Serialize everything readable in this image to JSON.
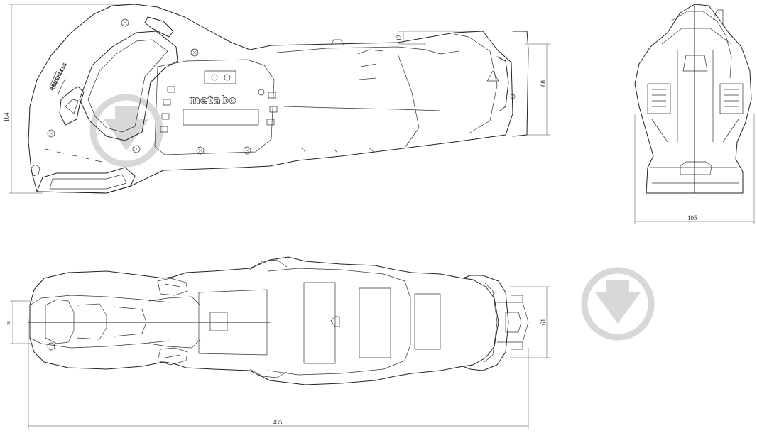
{
  "dimensions": {
    "overall_length": "435",
    "height": "164",
    "front_height": "68",
    "offset": "12",
    "width": "105",
    "top_front_width": "61",
    "top_handle_width": "36"
  },
  "branding": {
    "logo_text": "metabo",
    "model_text": "BRUSHLESS"
  },
  "views": [
    "side-view",
    "front-view",
    "top-view"
  ],
  "watermark_icon": "placeholder-arrow-icon"
}
